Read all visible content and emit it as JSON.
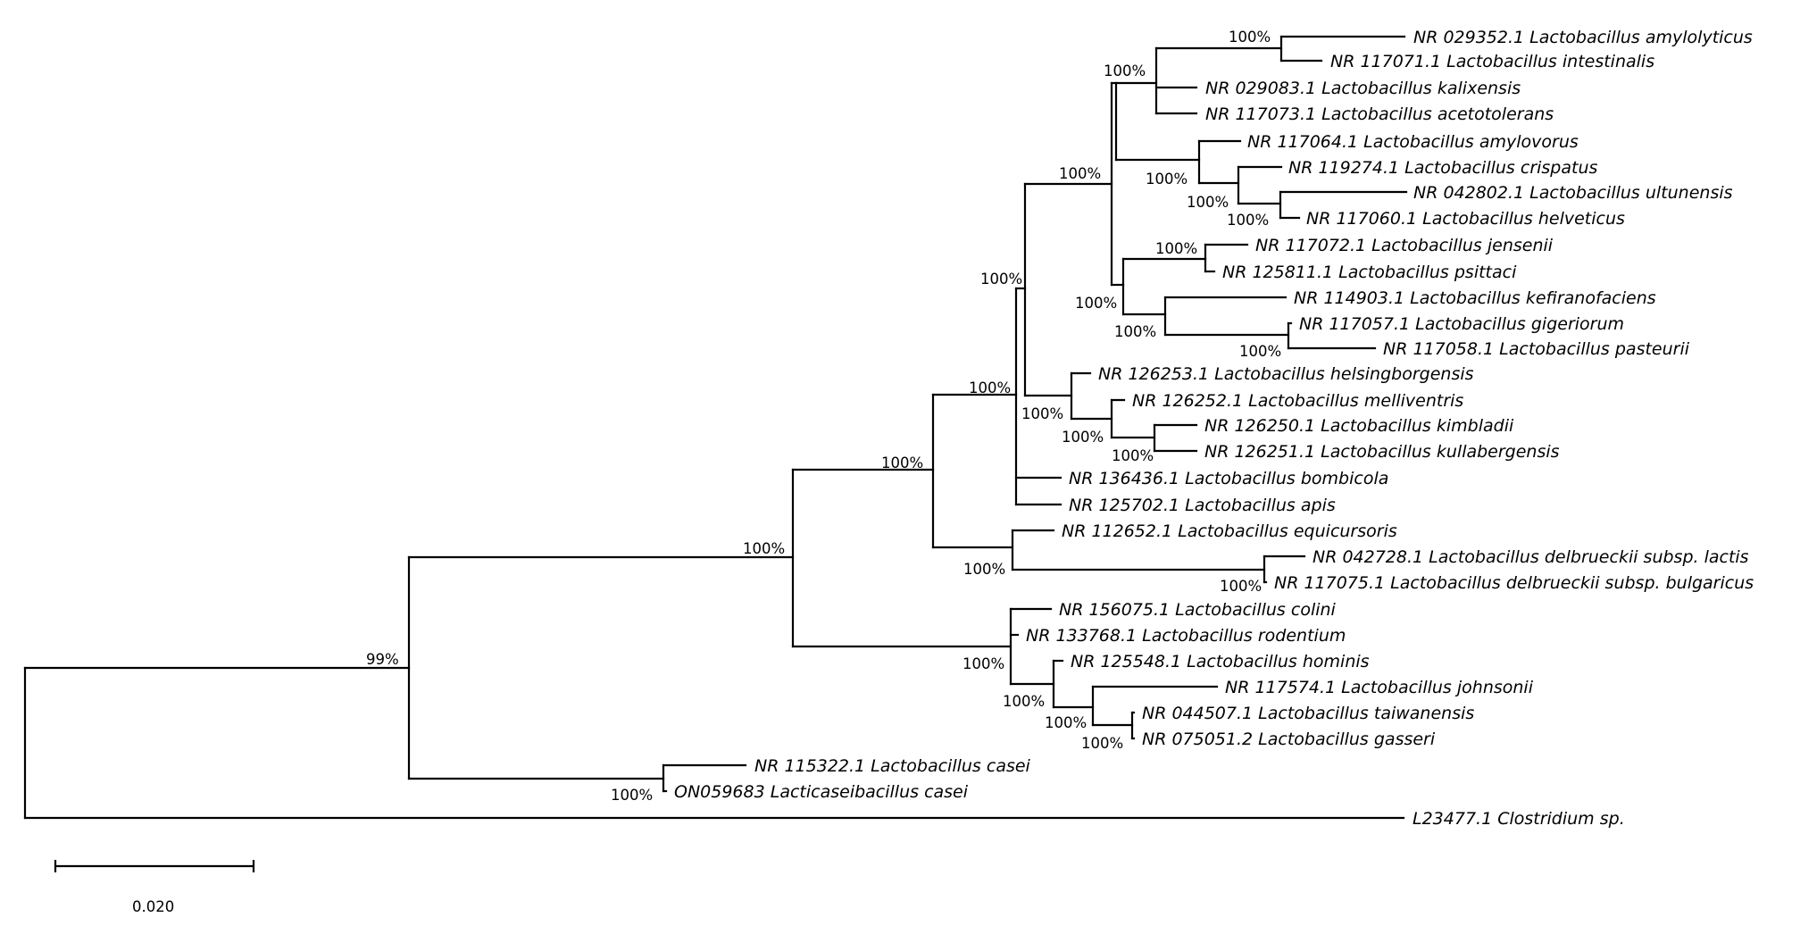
{
  "tree": {
    "leaves": [
      {
        "id": "l1",
        "label": "NR 029352.1 Lactobacillus amylolyticus"
      },
      {
        "id": "l2",
        "label": "NR 117071.1 Lactobacillus intestinalis"
      },
      {
        "id": "l3",
        "label": "NR 029083.1 Lactobacillus kalixensis"
      },
      {
        "id": "l4",
        "label": "NR 117073.1 Lactobacillus acetotolerans"
      },
      {
        "id": "l5",
        "label": "NR 117064.1 Lactobacillus amylovorus"
      },
      {
        "id": "l6",
        "label": "NR 119274.1 Lactobacillus crispatus"
      },
      {
        "id": "l7",
        "label": "NR 042802.1 Lactobacillus ultunensis"
      },
      {
        "id": "l8",
        "label": "NR 117060.1 Lactobacillus helveticus"
      },
      {
        "id": "l9",
        "label": "NR 117072.1 Lactobacillus jensenii"
      },
      {
        "id": "l10",
        "label": "NR 125811.1 Lactobacillus psittaci"
      },
      {
        "id": "l11",
        "label": "NR 114903.1 Lactobacillus kefiranofaciens"
      },
      {
        "id": "l12",
        "label": "NR 117057.1 Lactobacillus gigeriorum"
      },
      {
        "id": "l13",
        "label": "NR 117058.1 Lactobacillus pasteurii"
      },
      {
        "id": "l14",
        "label": "NR 126253.1 Lactobacillus helsingborgensis"
      },
      {
        "id": "l15",
        "label": "NR 126252.1 Lactobacillus melliventris"
      },
      {
        "id": "l16",
        "label": "NR 126250.1 Lactobacillus kimbladii"
      },
      {
        "id": "l17",
        "label": "NR 126251.1 Lactobacillus kullabergensis"
      },
      {
        "id": "l18",
        "label": "NR 136436.1 Lactobacillus bombicola"
      },
      {
        "id": "l19",
        "label": "NR 125702.1 Lactobacillus apis"
      },
      {
        "id": "l20",
        "label": "NR 112652.1 Lactobacillus equicursoris"
      },
      {
        "id": "l21",
        "label": "NR 042728.1 Lactobacillus delbrueckii subsp. lactis"
      },
      {
        "id": "l22",
        "label": "NR 117075.1 Lactobacillus delbrueckii subsp. bulgaricus"
      },
      {
        "id": "l23",
        "label": "NR 156075.1 Lactobacillus colini"
      },
      {
        "id": "l24",
        "label": "NR 133768.1 Lactobacillus rodentium"
      },
      {
        "id": "l25",
        "label": "NR 125548.1 Lactobacillus hominis"
      },
      {
        "id": "l26",
        "label": "NR 117574.1 Lactobacillus johnsonii"
      },
      {
        "id": "l27",
        "label": "NR 044507.1 Lactobacillus taiwanensis"
      },
      {
        "id": "l28",
        "label": "NR 075051.2 Lactobacillus gasseri"
      },
      {
        "id": "l29",
        "label": "NR 115322.1 Lactobacillus casei"
      },
      {
        "id": "l30",
        "label": "ON059683 Lacticaseibacillus casei"
      },
      {
        "id": "l31",
        "label": "L23477.1 Clostridium sp."
      }
    ],
    "supports": [
      {
        "node": "amylolyticus-intestinalis",
        "value": "100%"
      },
      {
        "node": "amylolyticus-group",
        "value": "100%"
      },
      {
        "node": "crispatus-group",
        "value": "100%"
      },
      {
        "node": "crispatus-ultunensis",
        "value": "100%"
      },
      {
        "node": "ultunensis-helveticus",
        "value": "100%"
      },
      {
        "node": "acidophilus-core",
        "value": "100%"
      },
      {
        "node": "jensenii-psittaci",
        "value": "100%"
      },
      {
        "node": "jensenii-group",
        "value": "100%"
      },
      {
        "node": "kefiranofaciens-group",
        "value": "100%"
      },
      {
        "node": "gigeriorum-pasteurii",
        "value": "100%"
      },
      {
        "node": "acidophilus-bee-group",
        "value": "100%"
      },
      {
        "node": "bee-group",
        "value": "100%"
      },
      {
        "node": "melliventris-group",
        "value": "100%"
      },
      {
        "node": "kimbladii-kullabergensis",
        "value": "100%"
      },
      {
        "node": "acidophilus-delbrueckii",
        "value": "100%"
      },
      {
        "node": "acidophilus-complex",
        "value": "100%"
      },
      {
        "node": "delbrueckii-group",
        "value": "100%"
      },
      {
        "node": "delbrueckii-subspecies",
        "value": "100%"
      },
      {
        "node": "lactobacillus-clade",
        "value": "100%"
      },
      {
        "node": "gasseri-group",
        "value": "100%"
      },
      {
        "node": "hominis-group",
        "value": "100%"
      },
      {
        "node": "johnsonii-group",
        "value": "100%"
      },
      {
        "node": "taiwanensis-gasseri",
        "value": "100%"
      },
      {
        "node": "ingroup",
        "value": "99%"
      },
      {
        "node": "casei-group",
        "value": "100%"
      }
    ],
    "scale_bar": {
      "length": 0.02,
      "label": "0.020"
    }
  }
}
